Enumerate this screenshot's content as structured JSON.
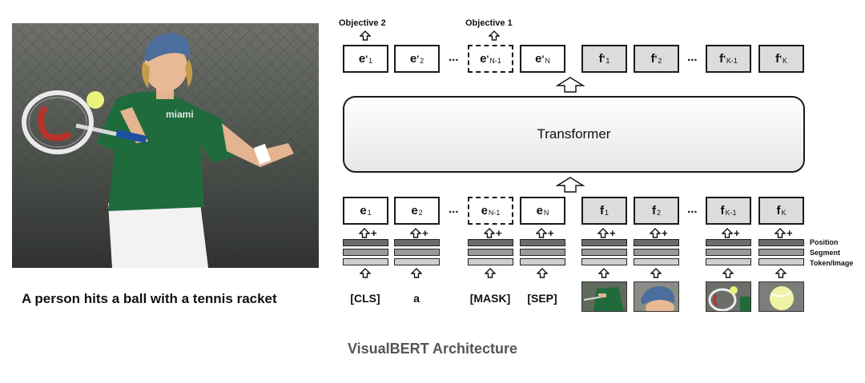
{
  "photo": {
    "caption": "A person hits a ball with a tennis racket",
    "shirt_text": "miami"
  },
  "objectives": {
    "objective_2": "Objective 2",
    "objective_1": "Objective 1"
  },
  "outputs": {
    "text_tokens": [
      {
        "base": "e",
        "sup": "'",
        "sub": "1"
      },
      {
        "base": "e",
        "sup": "'",
        "sub": "2"
      },
      {
        "base": "e",
        "sup": "'",
        "sub": "N-1"
      },
      {
        "base": "e",
        "sup": "'",
        "sub": "N"
      }
    ],
    "image_tokens": [
      {
        "base": "f",
        "sup": "'",
        "sub": "1"
      },
      {
        "base": "f",
        "sup": "'",
        "sub": "2"
      },
      {
        "base": "f",
        "sup": "'",
        "sub": "K-1"
      },
      {
        "base": "f",
        "sup": "'",
        "sub": "K"
      }
    ]
  },
  "transformer": {
    "label": "Transformer"
  },
  "inputs": {
    "text_tokens": [
      {
        "base": "e",
        "sub": "1"
      },
      {
        "base": "e",
        "sub": "2"
      },
      {
        "base": "e",
        "sub": "N-1"
      },
      {
        "base": "e",
        "sub": "N"
      }
    ],
    "image_tokens": [
      {
        "base": "f",
        "sub": "1"
      },
      {
        "base": "f",
        "sub": "2"
      },
      {
        "base": "f",
        "sub": "K-1"
      },
      {
        "base": "f",
        "sub": "K"
      }
    ],
    "words": [
      "[CLS]",
      "a",
      "[MASK]",
      "[SEP]"
    ]
  },
  "ellipsis": "...",
  "embedding_labels": {
    "position": "Position",
    "segment": "Segment",
    "token_image": "Token/Image"
  },
  "figure_title": "VisualBERT Architecture",
  "colors": {
    "feature_box": "#dcdcdc",
    "title_gray": "#555555",
    "shirt_green": "#1f6b3c"
  }
}
